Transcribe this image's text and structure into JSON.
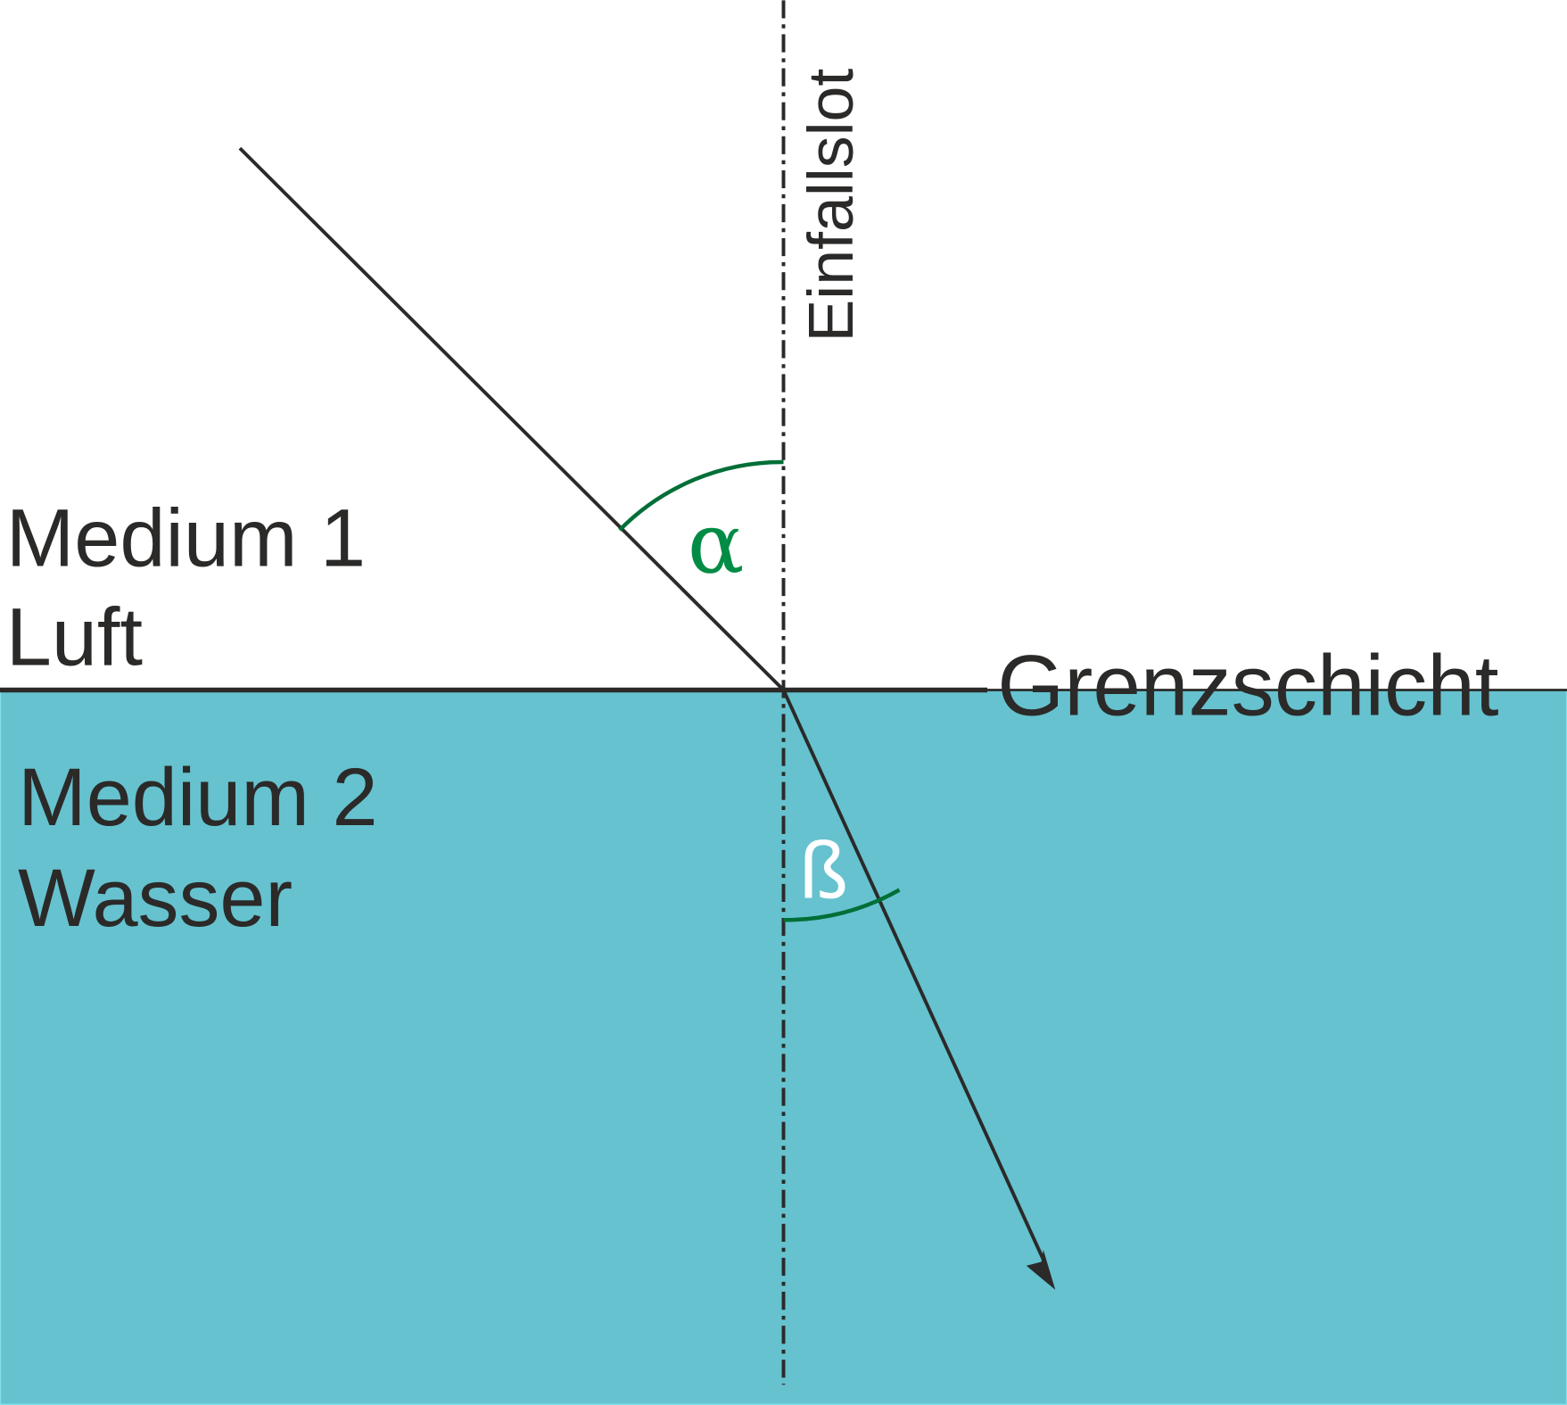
{
  "labels": {
    "medium1": "Medium 1",
    "medium1_name": "Luft",
    "medium2": "Medium 2",
    "medium2_name": "Wasser",
    "boundary": "Grenzschicht",
    "normal": "Einfallslot",
    "alpha": "α",
    "beta": "ß"
  },
  "colors": {
    "water": "#66c2cf",
    "line": "#2b2a29",
    "angle_arc": "#006f37",
    "alpha_text": "#008c45",
    "beta_text": "#ffffff"
  }
}
